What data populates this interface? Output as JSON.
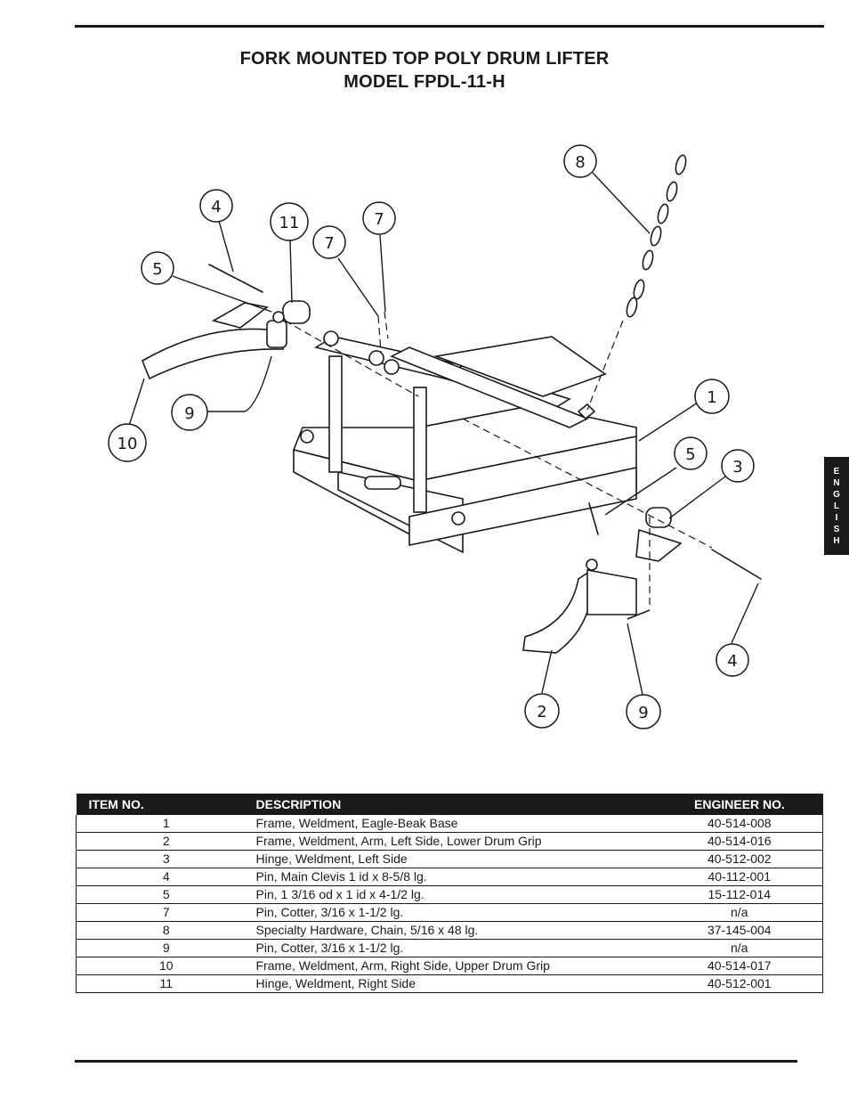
{
  "header": {
    "title_line1": "FORK MOUNTED TOP POLY DRUM LIFTER",
    "title_line2": "MODEL FPDL-11-H"
  },
  "side_tab": {
    "letters": [
      "E",
      "N",
      "G",
      "L",
      "I",
      "S",
      "H"
    ]
  },
  "diagram": {
    "callouts": [
      "8",
      "4",
      "11",
      "7",
      "7",
      "5",
      "9",
      "10",
      "1",
      "5",
      "3",
      "4",
      "2",
      "9"
    ]
  },
  "parts_table": {
    "headers": {
      "item": "ITEM NO.",
      "description": "DESCRIPTION",
      "engineer": "ENGINEER NO."
    },
    "rows": [
      {
        "item": "1",
        "description": "Frame, Weldment, Eagle-Beak Base",
        "engineer": "40-514-008"
      },
      {
        "item": "2",
        "description": "Frame, Weldment, Arm, Left Side, Lower Drum Grip",
        "engineer": "40-514-016"
      },
      {
        "item": "3",
        "description": "Hinge, Weldment, Left Side",
        "engineer": "40-512-002"
      },
      {
        "item": "4",
        "description": "Pin, Main Clevis 1 id x 8-5/8 lg.",
        "engineer": "40-112-001"
      },
      {
        "item": "5",
        "description": "Pin, 1 3/16 od x 1 id x 4-1/2 lg.",
        "engineer": "15-112-014"
      },
      {
        "item": "7",
        "description": "Pin, Cotter, 3/16 x 1-1/2 lg.",
        "engineer": "n/a"
      },
      {
        "item": "8",
        "description": "Specialty Hardware, Chain, 5/16 x 48 lg.",
        "engineer": "37-145-004"
      },
      {
        "item": "9",
        "description": "Pin, Cotter, 3/16 x 1-1/2 lg.",
        "engineer": "n/a"
      },
      {
        "item": "10",
        "description": "Frame, Weldment, Arm, Right Side, Upper Drum Grip",
        "engineer": "40-514-017"
      },
      {
        "item": "11",
        "description": "Hinge, Weldment, Right Side",
        "engineer": "40-512-001"
      }
    ]
  }
}
